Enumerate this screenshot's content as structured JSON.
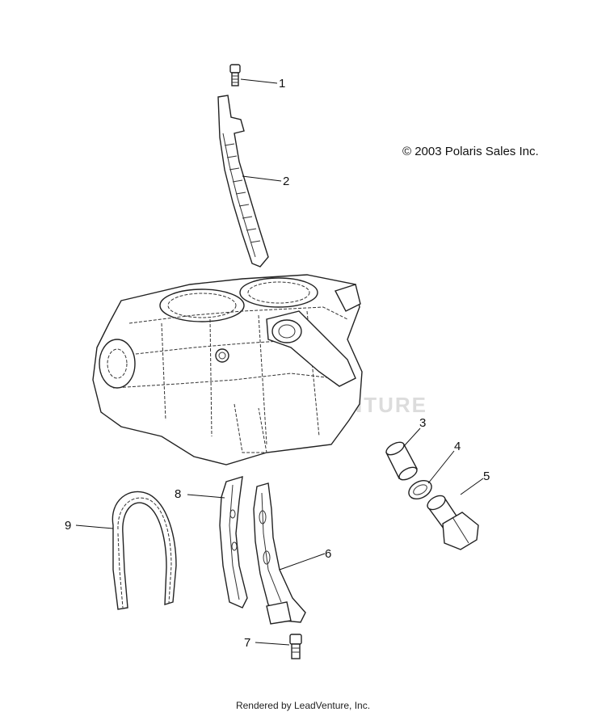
{
  "copyright": "© 2003 Polaris Sales Inc.",
  "footer": "Rendered by LeadVenture, Inc.",
  "callouts": [
    "1",
    "2",
    "3",
    "4",
    "5",
    "6",
    "7",
    "8",
    "9"
  ]
}
